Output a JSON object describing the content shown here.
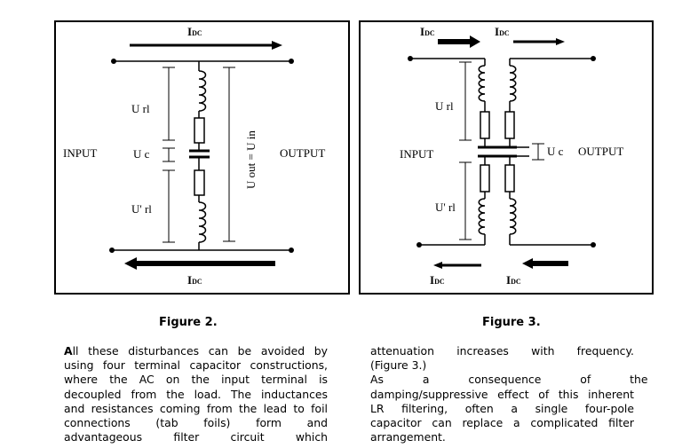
{
  "figure2": {
    "idc_top": {
      "main": "I",
      "sub": "DC"
    },
    "idc_bottom": {
      "main": "I",
      "sub": "DC"
    },
    "label_input": "INPUT",
    "label_output": "OUTPUT",
    "label_url": "U rl",
    "label_uc": "U c",
    "label_urlp": "U' rl",
    "label_uout": "U out = U in",
    "caption": "Figure 2."
  },
  "figure3": {
    "idc_top_left": {
      "main": "I",
      "sub": "DC"
    },
    "idc_top_right": {
      "main": "I",
      "sub": "DC"
    },
    "idc_bottom_left": {
      "main": "I",
      "sub": "DC"
    },
    "idc_bottom_right": {
      "main": "I",
      "sub": "DC"
    },
    "label_input": "INPUT",
    "label_output": "OUTPUT",
    "label_url": "U rl",
    "label_uc": "U c",
    "label_urlp": "U' rl",
    "caption": "Figure 3."
  },
  "text_left": {
    "first_letter": "A",
    "line1_rest": "ll these disturbances can be avoided by",
    "line2": "using four terminal capacitor constructions,",
    "line3": "where the AC on the input terminal is",
    "line4": "decoupled from the load. The inductances",
    "line5": "and resistances coming from the lead to foil",
    "line6": "connections (tab foils) form and",
    "line7": "advantageous filter circuit which"
  },
  "text_right": {
    "line1": "attenuation increases with frequency.",
    "line2": "(Figure 3.)",
    "line3": "As a consequence of the",
    "line4": "damping/suppressive effect of this inherent",
    "line5": "LR filtering, often a single four-pole",
    "line6": "capacitor can replace a complicated filter",
    "line7": "arrangement."
  }
}
